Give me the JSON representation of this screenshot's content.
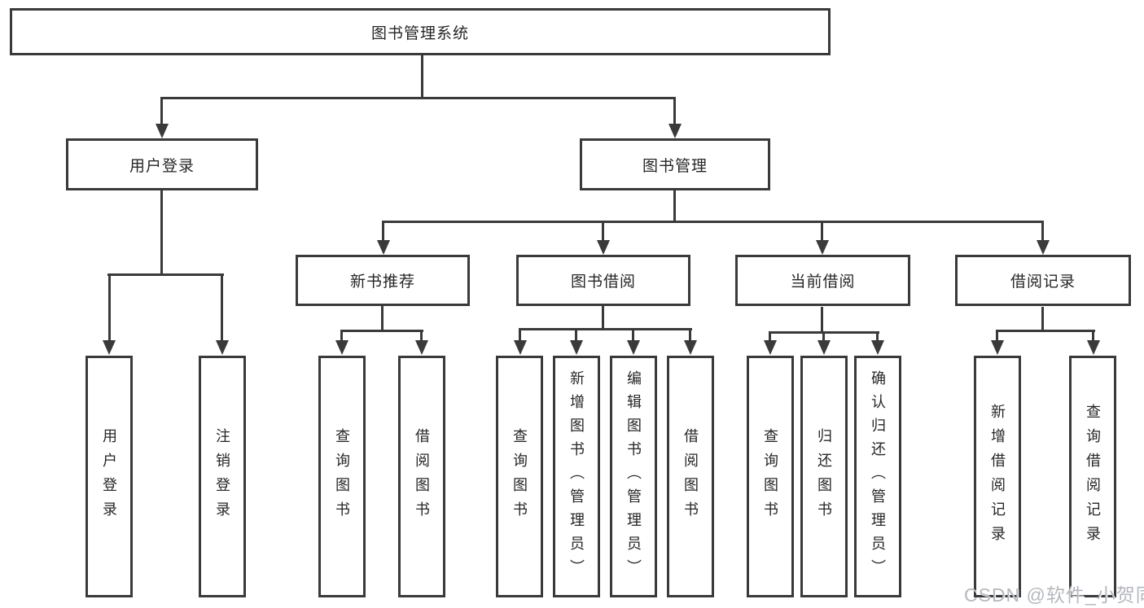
{
  "diagram": {
    "title": "图书管理系统",
    "level2": {
      "user_login": "用户登录",
      "book_mgmt": "图书管理"
    },
    "user_login_children": [
      "用户登录",
      "注销登录"
    ],
    "branches": {
      "new_book": {
        "label": "新书推荐",
        "children": [
          "查询图书",
          "借阅图书"
        ]
      },
      "book_borrow": {
        "label": "图书借阅",
        "children": [
          "查询图书",
          "新增图书（管理员）",
          "编辑图书（管理员）",
          "借阅图书"
        ]
      },
      "current_borrow": {
        "label": "当前借阅",
        "children": [
          "查询图书",
          "归还图书",
          "确认归还（管理员）"
        ]
      },
      "borrow_record": {
        "label": "借阅记录",
        "children": [
          "新增借阅记录",
          "查询借阅记录"
        ]
      }
    }
  },
  "watermark": "CSDN @软件_小贺同学",
  "colors": {
    "line": "#3a3a3a",
    "text": "#262626",
    "background": "#ffffff",
    "watermark": "#b4b8bf"
  }
}
